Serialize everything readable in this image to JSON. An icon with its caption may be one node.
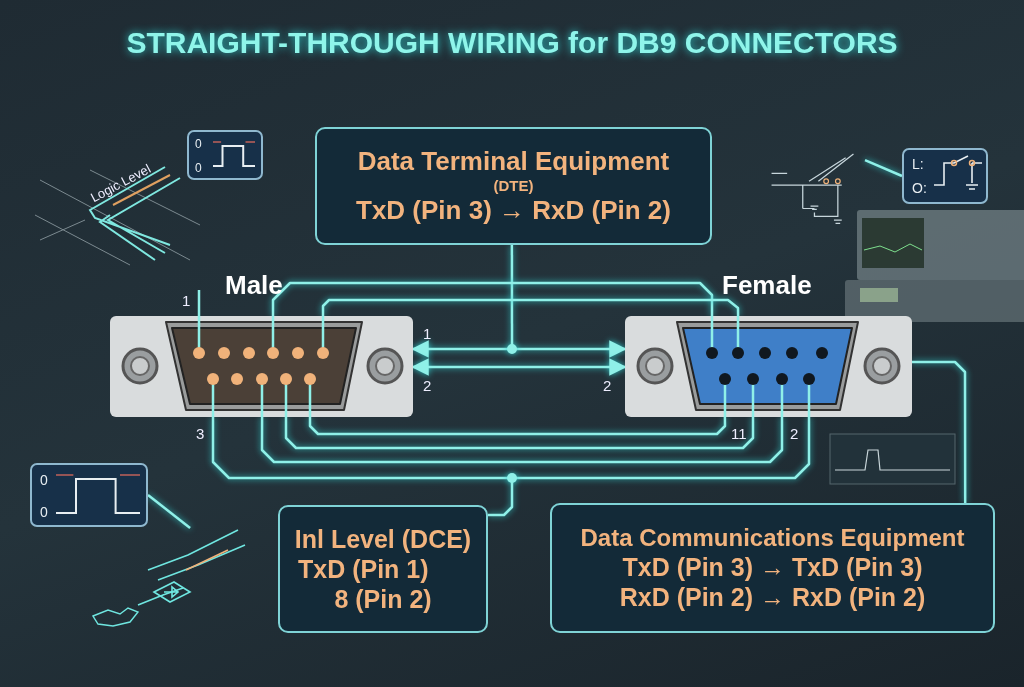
{
  "diagram": {
    "title": "STRAIGHT-THROUGH WIRING for DB9 CONNECTORS",
    "nodes": [
      {
        "text": [
          "0",
          "0"
        ]
      },
      {
        "text": [
          "Data Terminal Equipment",
          "(DTE)",
          "TxD (Pin 3) → RxD (Pin 2)"
        ]
      },
      {
        "text": [],
        "shape": "picture"
      },
      {
        "text": [
          "L:",
          "O:"
        ]
      },
      {
        "text": [
          "Male"
        ]
      },
      {
        "text": [
          "Female"
        ]
      },
      {
        "text": [
          "0",
          "0"
        ]
      },
      {
        "text": [],
        "shape": "picture"
      },
      {
        "text": [
          "Inl Level (DCE)",
          "TxD (Pin 1)",
          "8 (Pin 2)"
        ]
      },
      {
        "text": [
          "Data Communications Equipment",
          "TxD (Pin 3) → TxD (Pin 3)",
          "RxD (Pin 2) → RxD (Pin 2)"
        ]
      }
    ],
    "edges": [
      {
        "from": 4,
        "to": 5,
        "arrow": "both"
      },
      {
        "from": 4,
        "to": 5,
        "arrow": "both"
      },
      {
        "from": 1,
        "to": null,
        "arrow": "other"
      },
      {
        "from": 4,
        "to": 5,
        "arrow": "none"
      },
      {
        "from": 4,
        "to": 5,
        "arrow": "none"
      },
      {
        "from": 4,
        "to": 5,
        "arrow": "none"
      },
      {
        "from": 4,
        "to": 5,
        "arrow": "none"
      },
      {
        "from": 4,
        "to": 5,
        "arrow": "none"
      },
      {
        "from": 4,
        "to": 5,
        "arrow": "none"
      },
      {
        "from": 8,
        "to": null,
        "arrow": "other"
      },
      {
        "from": 5,
        "to": 9,
        "arrow": "none"
      },
      {
        "from": 2,
        "to": 3,
        "arrow": "none"
      },
      {
        "from": 6,
        "to": 7,
        "arrow": "none"
      }
    ],
    "labels": [
      "Logic Level",
      "1",
      "1",
      "2",
      "2",
      "3",
      "11",
      "2"
    ]
  }
}
